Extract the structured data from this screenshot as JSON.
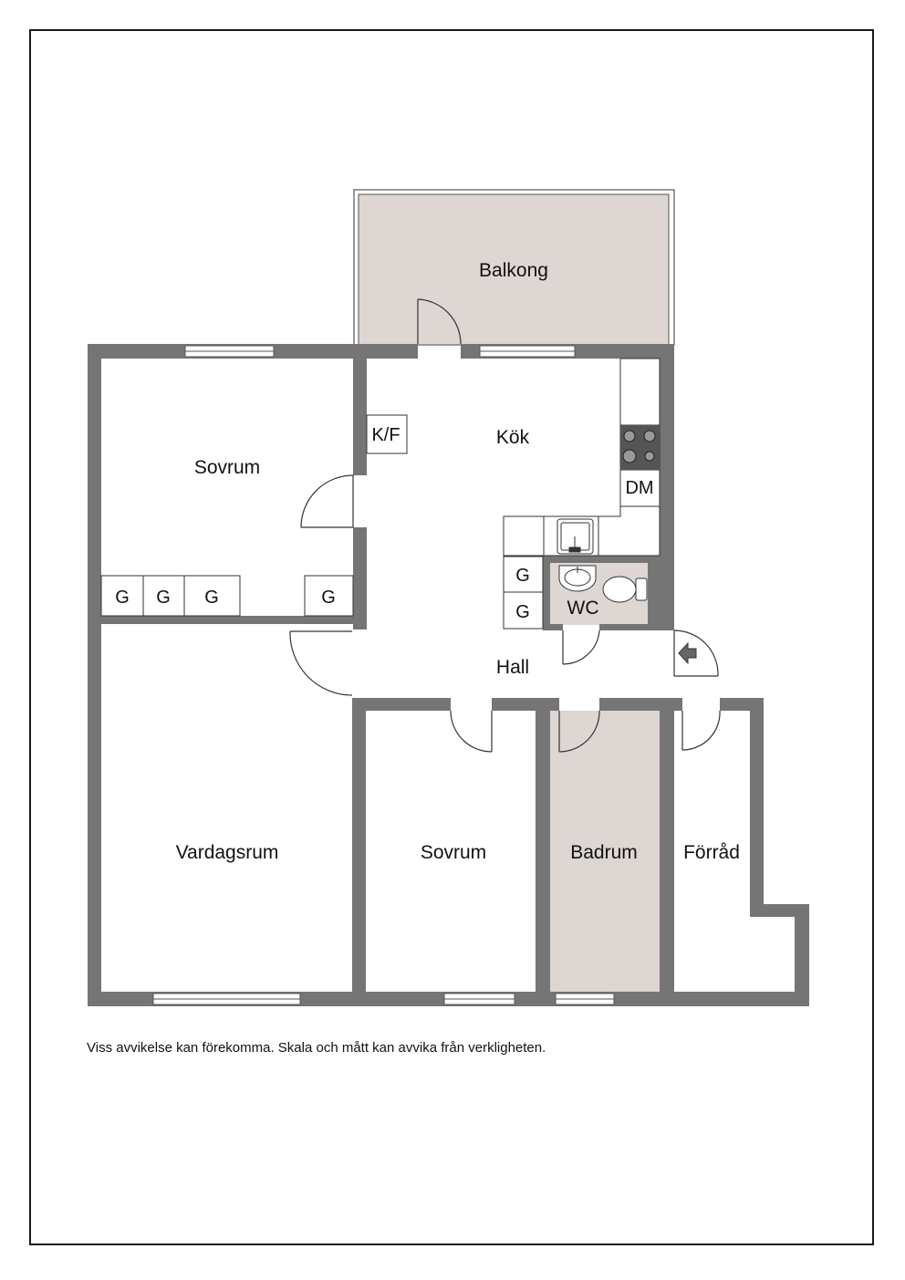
{
  "colors": {
    "wall": "#757575",
    "wet_room": "#ddd6d2",
    "balcony": "#ddd6d2",
    "line": "#333333",
    "background": "#ffffff"
  },
  "rooms": {
    "balkong": "Balkong",
    "kok": "Kök",
    "sovrum_top": "Sovrum",
    "vardagsrum": "Vardagsrum",
    "sovrum_bottom": "Sovrum",
    "badrum": "Badrum",
    "forrad": "Förråd",
    "hall": "Hall",
    "wc": "WC"
  },
  "fixtures": {
    "kf": "K/F",
    "dm": "DM",
    "wardrobe": "G"
  },
  "icons": [
    "stove-icon",
    "sink-icon",
    "toilet-icon",
    "washbasin-icon",
    "entrance-arrow-icon"
  ],
  "disclaimer": "Viss avvikelse kan förekomma. Skala och mått kan avvika från verkligheten."
}
